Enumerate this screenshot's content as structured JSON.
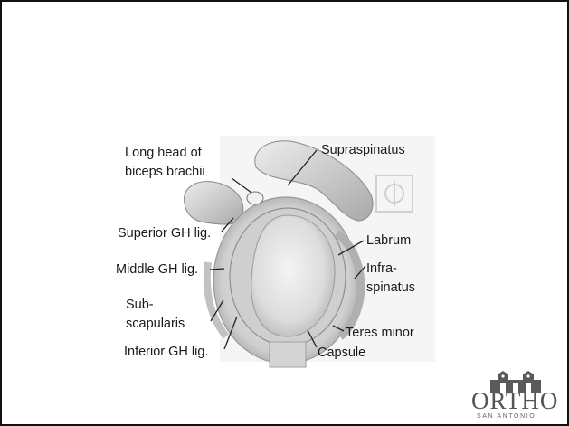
{
  "labels": {
    "long_head_biceps": "Long head of\nbiceps brachii",
    "supraspinatus": "Supraspinatus",
    "superior_gh": "Superior GH lig.",
    "labrum": "Labrum",
    "middle_gh": "Middle GH lig.",
    "infraspinatus": "Infra-\nspinatus",
    "subscapularis": "Sub-\nscapularis",
    "teres_minor": "Teres minor",
    "inferior_gh": "Inferior GH lig.",
    "capsule": "Capsule"
  },
  "logo": {
    "word": "ORTHO",
    "subtitle": "SAN ANTONIO"
  },
  "colors": {
    "frame": "#111111",
    "leader": "#222222",
    "anatomy_light": "#e6e6e6",
    "anatomy_mid": "#bdbdbd",
    "anatomy_dark": "#8a8a8a",
    "logo": "#5a5a5a"
  }
}
